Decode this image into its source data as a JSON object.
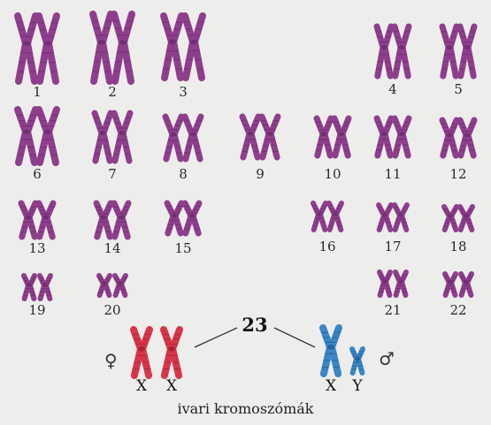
{
  "colors": {
    "background": "#ededec",
    "autosome": "#8e3f8c",
    "autosome_band": "#6c2a6a",
    "female_x": "#d8354a",
    "male_xy": "#3a86c6"
  },
  "pairs": [
    {
      "number": "1"
    },
    {
      "number": "2"
    },
    {
      "number": "3"
    },
    {
      "number": "4"
    },
    {
      "number": "5"
    },
    {
      "number": "6"
    },
    {
      "number": "7"
    },
    {
      "number": "8"
    },
    {
      "number": "9"
    },
    {
      "number": "10"
    },
    {
      "number": "11"
    },
    {
      "number": "12"
    },
    {
      "number": "13"
    },
    {
      "number": "14"
    },
    {
      "number": "15"
    },
    {
      "number": "16"
    },
    {
      "number": "17"
    },
    {
      "number": "18"
    },
    {
      "number": "19"
    },
    {
      "number": "20"
    },
    {
      "number": "21"
    },
    {
      "number": "22"
    }
  ],
  "sex": {
    "pair_number": "23",
    "female_symbol": "♀",
    "male_symbol": "♂",
    "female_labels": [
      "X",
      "X"
    ],
    "male_labels": [
      "X",
      "Y"
    ],
    "caption": "ivari kromoszómák"
  }
}
